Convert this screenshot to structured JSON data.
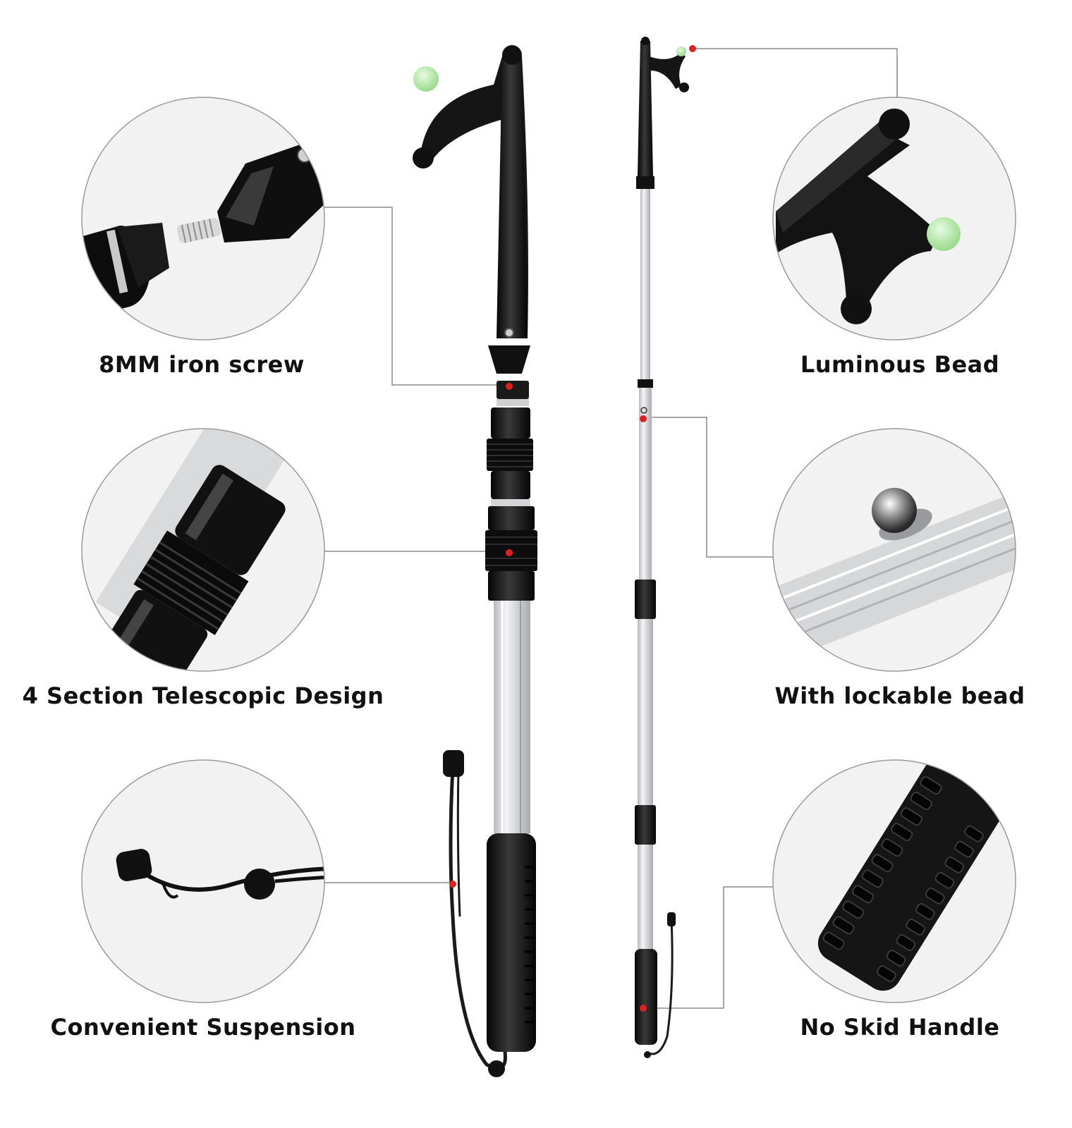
{
  "features": {
    "iron_screw": "8MM iron screw",
    "telescopic": "4 Section Telescopic Design",
    "suspension": "Convenient Suspension",
    "luminous_bead": "Luminous Bead",
    "lockable_bead": "With lockable bead",
    "no_skid": "No Skid Handle"
  },
  "colors": {
    "pole_black": "#111111",
    "aluminum": "#d9dadc",
    "callout_line": "#888888",
    "callout_dot": "#e02020",
    "luminous_green": "#b9ecae",
    "circle_border": "#9a9a9a"
  }
}
